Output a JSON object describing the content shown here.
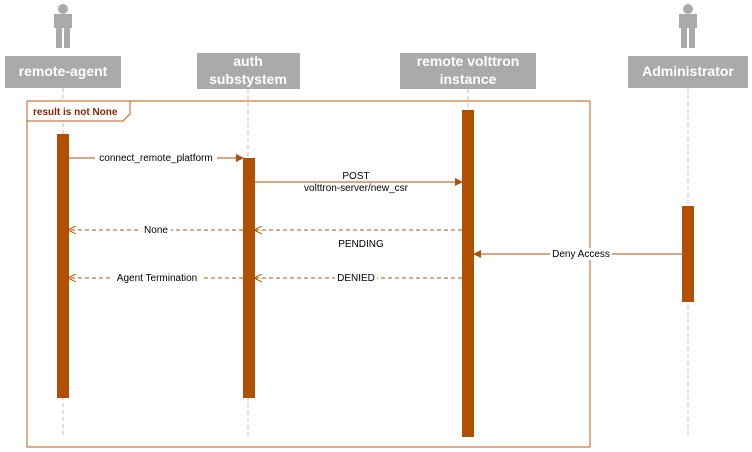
{
  "frame": {
    "label": "result is not None",
    "color": "#c55a11"
  },
  "actors": [
    {
      "id": "remote-agent",
      "lines": [
        "remote-agent"
      ],
      "has_icon": true
    },
    {
      "id": "auth-subsystem",
      "lines": [
        "auth",
        "substystem"
      ],
      "has_icon": false
    },
    {
      "id": "remote-volttron-instance",
      "lines": [
        "remote volttron",
        "instance"
      ],
      "has_icon": false
    },
    {
      "id": "administrator",
      "lines": [
        "Administrator"
      ],
      "has_icon": true
    }
  ],
  "messages": [
    {
      "id": "connect-remote-platform",
      "lines": [
        "connect_remote_platform"
      ],
      "style": "solid"
    },
    {
      "id": "post-new-csr",
      "lines": [
        "POST",
        "volttron-server/new_csr"
      ],
      "style": "solid"
    },
    {
      "id": "none-return",
      "lines": [
        "None"
      ],
      "style": "dashed"
    },
    {
      "id": "pending-return",
      "lines": [
        "PENDING"
      ],
      "style": "dashed"
    },
    {
      "id": "deny-access",
      "lines": [
        "Deny Access"
      ],
      "style": "solid"
    },
    {
      "id": "agent-termination-return",
      "lines": [
        "Agent Termination"
      ],
      "style": "dashed"
    },
    {
      "id": "denied-return",
      "lines": [
        "DENIED"
      ],
      "style": "dashed"
    }
  ],
  "colors": {
    "actor_box": "#aaaaaa",
    "activation": "#b05000",
    "message": "#b05000",
    "frame": "#c55a11",
    "lifeline": "#bfbfbf"
  }
}
